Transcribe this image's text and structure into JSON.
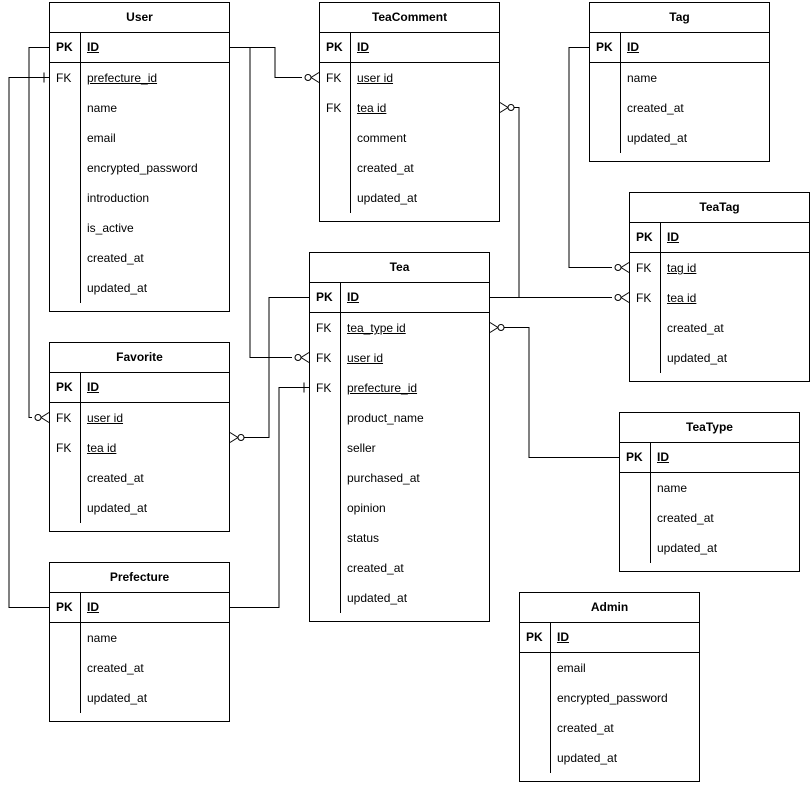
{
  "entities": {
    "user": {
      "title": "User",
      "pk": {
        "key": "PK",
        "name": "ID"
      },
      "fields": [
        {
          "key": "FK",
          "name": "prefecture_id"
        },
        {
          "key": "",
          "name": "name"
        },
        {
          "key": "",
          "name": "email"
        },
        {
          "key": "",
          "name": "encrypted_password"
        },
        {
          "key": "",
          "name": "introduction"
        },
        {
          "key": "",
          "name": "is_active"
        },
        {
          "key": "",
          "name": "created_at"
        },
        {
          "key": "",
          "name": "updated_at"
        }
      ]
    },
    "teacomment": {
      "title": "TeaComment",
      "pk": {
        "key": "PK",
        "name": "ID"
      },
      "fields": [
        {
          "key": "FK",
          "name": "user id"
        },
        {
          "key": "FK",
          "name": "tea id"
        },
        {
          "key": "",
          "name": "comment"
        },
        {
          "key": "",
          "name": "created_at"
        },
        {
          "key": "",
          "name": "updated_at"
        }
      ]
    },
    "tag": {
      "title": "Tag",
      "pk": {
        "key": "PK",
        "name": "ID"
      },
      "fields": [
        {
          "key": "",
          "name": "name"
        },
        {
          "key": "",
          "name": "created_at"
        },
        {
          "key": "",
          "name": "updated_at"
        }
      ]
    },
    "teatag": {
      "title": "TeaTag",
      "pk": {
        "key": "PK",
        "name": "ID"
      },
      "fields": [
        {
          "key": "FK",
          "name": "tag id"
        },
        {
          "key": "FK",
          "name": "tea id"
        },
        {
          "key": "",
          "name": "created_at"
        },
        {
          "key": "",
          "name": "updated_at"
        }
      ]
    },
    "tea": {
      "title": "Tea",
      "pk": {
        "key": "PK",
        "name": "ID"
      },
      "fields": [
        {
          "key": "FK",
          "name": "tea_type id"
        },
        {
          "key": "FK",
          "name": "user id"
        },
        {
          "key": "FK",
          "name": "prefecture_id"
        },
        {
          "key": "",
          "name": "product_name"
        },
        {
          "key": "",
          "name": "seller"
        },
        {
          "key": "",
          "name": "purchased_at"
        },
        {
          "key": "",
          "name": "opinion"
        },
        {
          "key": "",
          "name": "status"
        },
        {
          "key": "",
          "name": "created_at"
        },
        {
          "key": "",
          "name": "updated_at"
        }
      ]
    },
    "favorite": {
      "title": "Favorite",
      "pk": {
        "key": "PK",
        "name": "ID"
      },
      "fields": [
        {
          "key": "FK",
          "name": "user id"
        },
        {
          "key": "FK",
          "name": "tea id"
        },
        {
          "key": "",
          "name": "created_at"
        },
        {
          "key": "",
          "name": "updated_at"
        }
      ]
    },
    "teatype": {
      "title": "TeaType",
      "pk": {
        "key": "PK",
        "name": "ID"
      },
      "fields": [
        {
          "key": "",
          "name": "name"
        },
        {
          "key": "",
          "name": "created_at"
        },
        {
          "key": "",
          "name": "updated_at"
        }
      ]
    },
    "prefecture": {
      "title": "Prefecture",
      "pk": {
        "key": "PK",
        "name": "ID"
      },
      "fields": [
        {
          "key": "",
          "name": "name"
        },
        {
          "key": "",
          "name": "created_at"
        },
        {
          "key": "",
          "name": "updated_at"
        }
      ]
    },
    "admin": {
      "title": "Admin",
      "pk": {
        "key": "PK",
        "name": "ID"
      },
      "fields": [
        {
          "key": "",
          "name": "email"
        },
        {
          "key": "",
          "name": "encrypted_password"
        },
        {
          "key": "",
          "name": "created_at"
        },
        {
          "key": "",
          "name": "updated_at"
        }
      ]
    }
  },
  "relationships": [
    {
      "from": "User.ID",
      "to": "TeaComment.user id",
      "cardinality": "one-to-zero-or-many"
    },
    {
      "from": "Tea.ID",
      "to": "TeaComment.tea id",
      "cardinality": "one-to-zero-or-many"
    },
    {
      "from": "Tag.ID",
      "to": "TeaTag.tag id",
      "cardinality": "one-to-zero-or-many"
    },
    {
      "from": "Tea.ID",
      "to": "TeaTag.tea id",
      "cardinality": "one-to-zero-or-many"
    },
    {
      "from": "User.ID",
      "to": "Tea.user id",
      "cardinality": "one-to-zero-or-many"
    },
    {
      "from": "Prefecture.ID",
      "to": "Tea.prefecture_id",
      "cardinality": "one-to-one"
    },
    {
      "from": "TeaType.ID",
      "to": "Tea.tea_type id",
      "cardinality": "one-to-zero-or-many"
    },
    {
      "from": "User.ID",
      "to": "Favorite.user id",
      "cardinality": "one-to-zero-or-many"
    },
    {
      "from": "Tea.ID",
      "to": "Favorite.tea id",
      "cardinality": "one-to-zero-or-many"
    },
    {
      "from": "Prefecture.ID",
      "to": "User.prefecture_id",
      "cardinality": "one-to-one"
    }
  ]
}
